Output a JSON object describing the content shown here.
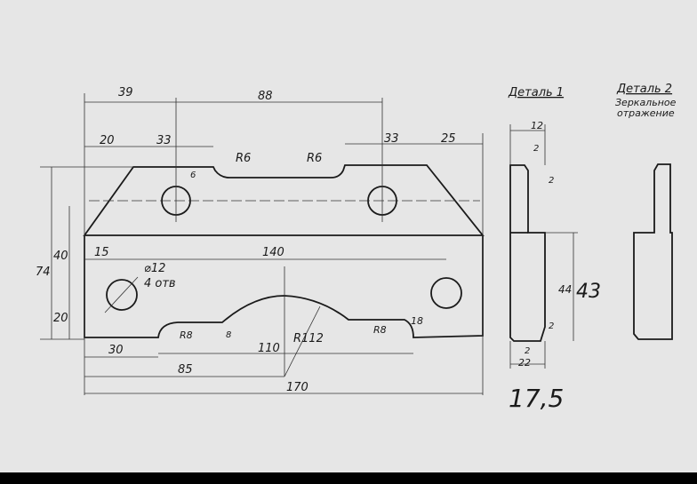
{
  "detail1": {
    "title": "Деталь 1",
    "dims": {
      "width_top": "12",
      "chamfer_w": "2",
      "chamfer_h": "2",
      "height": "44",
      "height_hand": "43",
      "bottom_chamfer_h": "2",
      "bottom_chamfer_w": "2",
      "width_bottom": "22",
      "thickness_hand": "17,5"
    }
  },
  "detail2": {
    "title": "Деталь 2",
    "note_line1": "Зеркальное",
    "note_line2": "отражение"
  },
  "main": {
    "dims": {
      "d39": "39",
      "d88": "88",
      "d20": "20",
      "d33a": "33",
      "r6a": "R6",
      "r6b": "R6",
      "d33b": "33",
      "d25": "25",
      "d6": "6",
      "d74": "74",
      "d40": "40",
      "d20v": "20",
      "d15": "15",
      "d140": "140",
      "hole_dia": "⌀12",
      "hole_count": "4 отв",
      "r8a": "R8",
      "d8": "8",
      "d110": "110",
      "r112": "R112",
      "r8b": "R8",
      "d18": "18",
      "d30": "30",
      "d85": "85",
      "d170": "170"
    }
  },
  "colors": {
    "paper": "#e8e8e8",
    "ink": "#1a1a1a"
  }
}
